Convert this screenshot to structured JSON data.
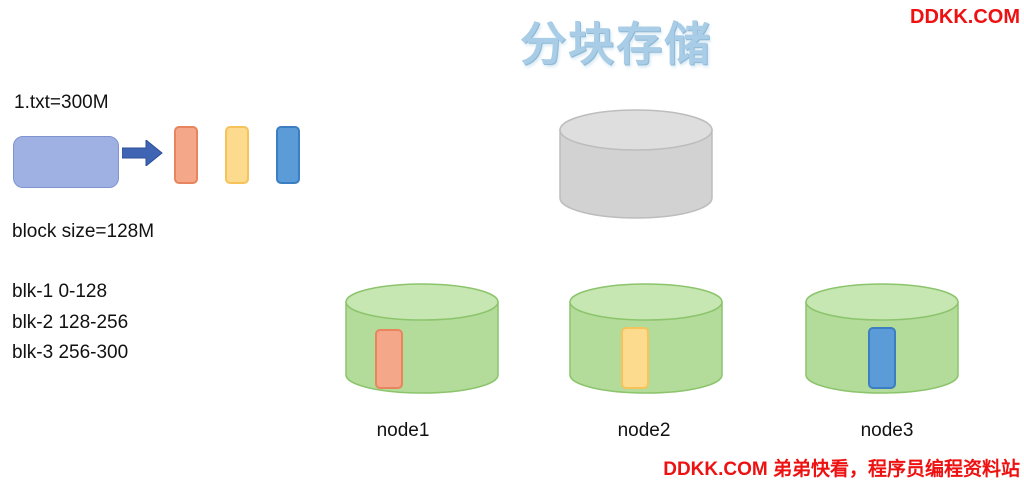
{
  "title": "分块存储",
  "watermark_top": "DDKK.COM",
  "watermark_bottom": "DDKK.COM 弟弟快看，程序员编程资料站",
  "file": {
    "label": "1.txt=300M"
  },
  "block_size": "block size=128M",
  "blocks": [
    {
      "label": "blk-1 0-128",
      "color": "#f4a889"
    },
    {
      "label": "blk-2 128-256",
      "color": "#fddb8e"
    },
    {
      "label": "blk-3 256-300",
      "color": "#5a9bd8"
    }
  ],
  "master": {
    "color": "#d4d4d4"
  },
  "nodes": [
    {
      "label": "node1",
      "block_color": "#f4a889"
    },
    {
      "label": "node2",
      "block_color": "#fddb8e"
    },
    {
      "label": "node3",
      "block_color": "#5a9bd8"
    }
  ],
  "colors": {
    "node_fill": "#b3dc9a",
    "node_stroke": "#8cc46c",
    "watermark": "#ee1111",
    "file": "#9fb0e2"
  }
}
